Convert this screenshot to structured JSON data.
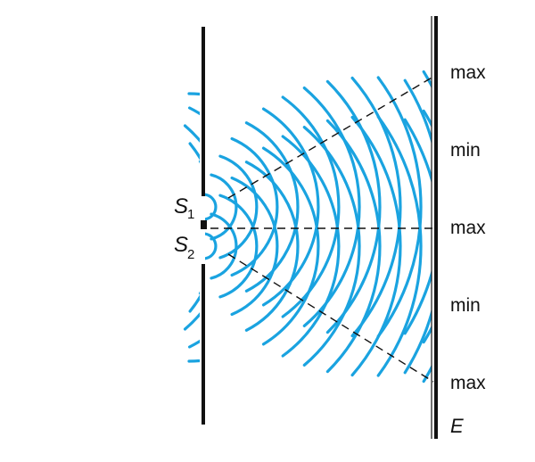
{
  "sources": [
    {
      "letter": "S",
      "sub": "1"
    },
    {
      "letter": "S",
      "sub": "2"
    }
  ],
  "screen_label": "E",
  "fringe_labels": [
    "max",
    "min",
    "max",
    "min",
    "max"
  ],
  "colors": {
    "wave": "#1aa3e0",
    "barrier": "#111111",
    "dash": "#111111",
    "text": "#111111"
  }
}
